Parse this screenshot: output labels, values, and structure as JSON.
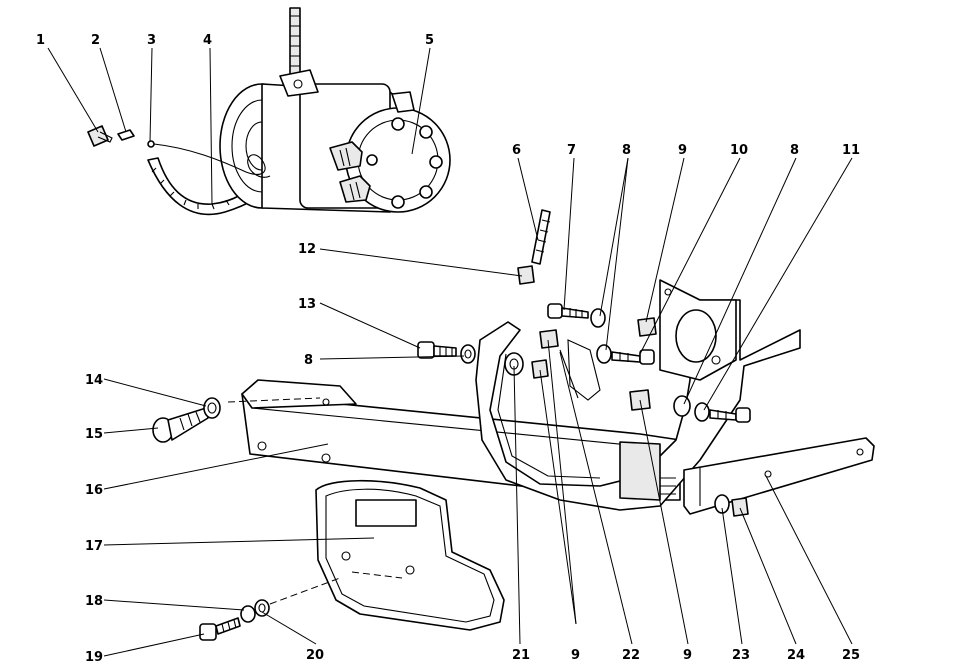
{
  "callouts": [
    {
      "id": "c1",
      "label": "1"
    },
    {
      "id": "c2",
      "label": "2"
    },
    {
      "id": "c3",
      "label": "3"
    },
    {
      "id": "c4",
      "label": "4"
    },
    {
      "id": "c5",
      "label": "5"
    },
    {
      "id": "c6",
      "label": "6"
    },
    {
      "id": "c7",
      "label": "7"
    },
    {
      "id": "c8a",
      "label": "8"
    },
    {
      "id": "c9a",
      "label": "9"
    },
    {
      "id": "c10",
      "label": "10"
    },
    {
      "id": "c8b",
      "label": "8"
    },
    {
      "id": "c11",
      "label": "11"
    },
    {
      "id": "c12",
      "label": "12"
    },
    {
      "id": "c13",
      "label": "13"
    },
    {
      "id": "c8c",
      "label": "8"
    },
    {
      "id": "c14",
      "label": "14"
    },
    {
      "id": "c15",
      "label": "15"
    },
    {
      "id": "c16",
      "label": "16"
    },
    {
      "id": "c17",
      "label": "17"
    },
    {
      "id": "c18",
      "label": "18"
    },
    {
      "id": "c19",
      "label": "19"
    },
    {
      "id": "c20",
      "label": "20"
    },
    {
      "id": "c21",
      "label": "21"
    },
    {
      "id": "c9b",
      "label": "9"
    },
    {
      "id": "c22",
      "label": "22"
    },
    {
      "id": "c9c",
      "label": "9"
    },
    {
      "id": "c23",
      "label": "23"
    },
    {
      "id": "c24",
      "label": "24"
    },
    {
      "id": "c25",
      "label": "25"
    }
  ]
}
